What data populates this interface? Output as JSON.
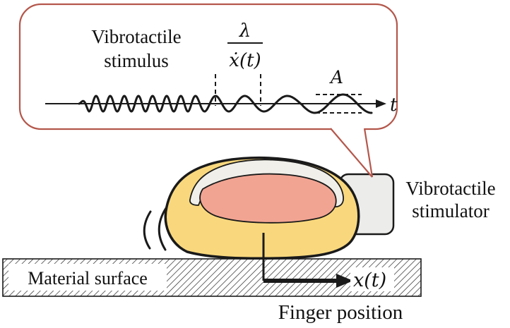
{
  "callout": {
    "stimulus_label_line1": "Vibrotactile",
    "stimulus_label_line2": "stimulus",
    "fraction": {
      "numerator": "λ",
      "denominator": "ẋ(t)"
    },
    "amplitude_label": "A",
    "time_axis_label": "t"
  },
  "stimulator": {
    "label_line1": "Vibrotactile",
    "label_line2": "stimulator"
  },
  "surface": {
    "label": "Material surface"
  },
  "finger": {
    "position_label": "x(t)",
    "caption": "Finger position"
  },
  "colors": {
    "callout_border": "#b4574b",
    "finger_skin": "#f9d87d",
    "finger_pad": "#f2a492",
    "finger_nail": "#f0efe9",
    "stimulator_fill": "#ececea"
  }
}
